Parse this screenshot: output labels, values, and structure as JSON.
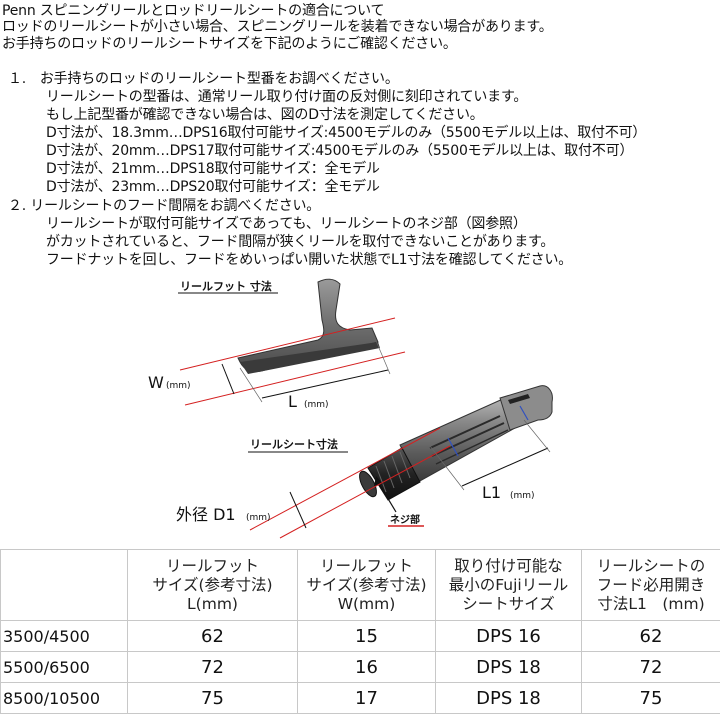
{
  "intro": {
    "l1": "Penn スピニングリールとロッドリールシートの適合について",
    "l2": "ロッドのリールシートが小さい場合、スピニングリールを装着できない場合があります。",
    "l3": "お手持ちのロッドのリールシートサイズを下記のようにご確認ください。"
  },
  "steps": {
    "s1_title": "１.　お手持ちのロッドのリールシート型番をお調べください。",
    "s1_l1": "リールシートの型番は、通常リール取り付け面の反対側に刻印されています。",
    "s1_l2": "もし上記型番が確認できない場合は、図のD寸法を測定してください。",
    "s1_l3": "D寸法が、18.3mm…DPS16取付可能サイズ:4500モデルのみ（5500モデル以上は、取付不可）",
    "s1_l4": "D寸法が、20mm…DPS17取付可能サイズ:4500モデルのみ（5500モデル以上は、取付不可）",
    "s1_l5": "D寸法が、21mm…DPS18取付可能サイズ：全モデル",
    "s1_l6": "D寸法が、23mm…DPS20取付可能サイズ：全モデル",
    "s2_title": "２. リールシートのフード間隔をお調べください。",
    "s2_l1": "リールシートが取付可能サイズであっても、リールシートのネジ部（図参照）",
    "s2_l2": "がカットされていると、フード間隔が狭くリールを取付できないことがあります。",
    "s2_l3": "フードナットを回し、フードをめいっぱい開いた状態でL1寸法を確認してください。"
  },
  "diagram": {
    "reel_foot_title": "リールフット 寸法",
    "w_label": "W",
    "w_unit": "(mm)",
    "l_label": "L",
    "l_unit": "(mm)",
    "seat_title": "リールシート寸法",
    "l1_label": "L1",
    "l1_unit": "(mm)",
    "d1_label": "外径 D1",
    "d1_unit": "(mm)",
    "thread_label": "ネジ部",
    "accent_color": "#d42020"
  },
  "table": {
    "headers": [
      "",
      [
        "リールフット",
        "サイズ(参考寸法)",
        "L(mm)"
      ],
      [
        "リールフット",
        "サイズ(参考寸法)",
        "W(mm)"
      ],
      [
        "取り付け可能な",
        "最小のFujiリール",
        "シートサイズ"
      ],
      [
        "リールシートの",
        "フード必用開き",
        "寸法L1　(mm)"
      ]
    ],
    "rows": [
      [
        "3500/4500",
        "62",
        "15",
        "DPS 16",
        "62"
      ],
      [
        "5500/6500",
        "72",
        "16",
        "DPS 18",
        "72"
      ],
      [
        "8500/10500",
        "75",
        "17",
        "DPS 18",
        "75"
      ]
    ]
  }
}
